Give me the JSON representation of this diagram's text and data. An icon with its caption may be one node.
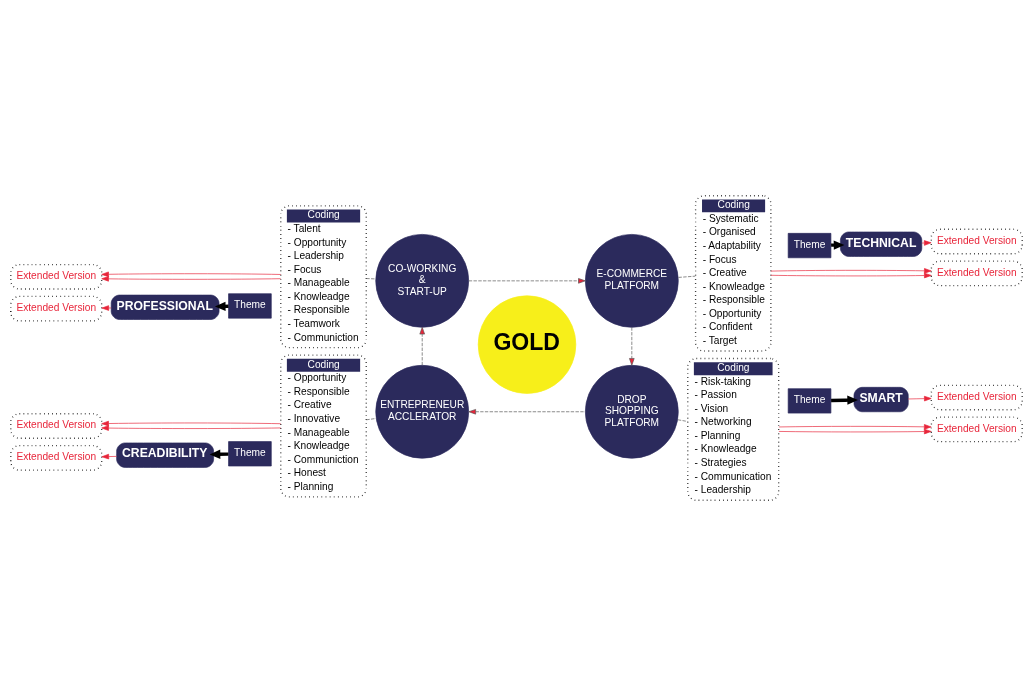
{
  "diagram": {
    "nodes": [
      {
        "text": [
          "GOLD"
        ]
      },
      {
        "text": [
          "Extended Version"
        ]
      },
      {
        "text": [
          "Coding",
          "- Talent",
          "- Opportunity",
          "- Leadership",
          "- Focus",
          "- Manageable",
          "- Knowleadge",
          "- Responsible",
          "- Teamwork",
          "- Communiction"
        ]
      },
      {
        "text": [
          "Theme"
        ]
      },
      {
        "text": [
          "PROFESSIONAL"
        ]
      },
      {
        "text": [
          "Extended Version"
        ]
      },
      {
        "text": [
          "CO-WORKING & START-UP"
        ]
      },
      {
        "text": [
          "E-COMMERCE PLATFORM"
        ]
      },
      {
        "text": [
          "Coding",
          "- Systematic",
          "- Organised",
          "- Adaptability",
          "- Focus",
          "- Creative",
          "- Knowleadge",
          "- Responsible",
          "- Opportunity",
          "- Confident",
          "- Target"
        ]
      },
      {
        "text": [
          "Theme"
        ]
      },
      {
        "text": [
          "Extended Version"
        ]
      },
      {
        "text": [
          "TECHNICAL"
        ]
      },
      {
        "text": [
          "Extended Version"
        ]
      },
      {
        "text": [
          "Extended Version"
        ]
      },
      {
        "text": [
          "Coding",
          "- Opportunity",
          "- Responsible",
          "- Creative",
          "- Innovative",
          "- Manageable",
          "- Knowleadge",
          "- Communiction",
          "- Honest",
          "- Planning"
        ]
      },
      {
        "text": [
          "Theme"
        ]
      },
      {
        "text": [
          "CREADIBILITY"
        ]
      },
      {
        "text": [
          "Extended Version"
        ]
      },
      {
        "text": [
          "ENTREPRENEUR ACCLERATOR"
        ]
      },
      {
        "text": [
          "DROP SHOPPING PLATFORM"
        ]
      },
      {
        "text": [
          "Coding",
          "- Risk-taking",
          "- Passion",
          "- Vision",
          "- Networking",
          "- Planning",
          "- Knowleadge",
          "- Strategies",
          "- Communication",
          "- Leadership"
        ]
      },
      {
        "text": [
          "Theme"
        ]
      },
      {
        "text": [
          "Extended Version"
        ]
      },
      {
        "text": [
          "SMART"
        ]
      },
      {
        "text": [
          "Extended Version"
        ]
      }
    ],
    "edges": [
      {
        "from": 2,
        "to": 1,
        "arrow": "to",
        "color": "#e8253a"
      },
      {
        "from": 2,
        "to": 1,
        "arrow": "to",
        "color": "#e8253a"
      },
      {
        "from": 3,
        "to": 4,
        "arrow": "to",
        "style": "thick",
        "color": "#000000"
      },
      {
        "from": 4,
        "to": 5,
        "arrow": "to",
        "color": "#e8253a"
      },
      {
        "from": 6,
        "to": 2,
        "arrow": "none",
        "style": "dashed",
        "color": "#555555"
      },
      {
        "from": 6,
        "to": 7,
        "arrow": "to",
        "style": "dashed",
        "color": "#555555"
      },
      {
        "from": 7,
        "to": 8,
        "arrow": "none",
        "style": "dashed",
        "color": "#555555"
      },
      {
        "from": 8,
        "to": 10,
        "arrow": "to",
        "color": "#e8253a"
      },
      {
        "from": 8,
        "to": 10,
        "arrow": "to",
        "color": "#e8253a"
      },
      {
        "from": 9,
        "to": 11,
        "arrow": "to",
        "style": "thick",
        "color": "#000000"
      },
      {
        "from": 11,
        "to": 12,
        "arrow": "to",
        "color": "#e8253a"
      },
      {
        "from": 7,
        "to": 19,
        "arrow": "to",
        "style": "dashed",
        "color": "#555555"
      },
      {
        "from": 14,
        "to": 13,
        "arrow": "to",
        "color": "#e8253a"
      },
      {
        "from": 14,
        "to": 13,
        "arrow": "to",
        "color": "#e8253a"
      },
      {
        "from": 15,
        "to": 16,
        "arrow": "to",
        "style": "thick",
        "color": "#000000"
      },
      {
        "from": 16,
        "to": 17,
        "arrow": "to",
        "color": "#e8253a"
      },
      {
        "from": 18,
        "to": 14,
        "arrow": "none",
        "style": "dashed",
        "color": "#555555"
      },
      {
        "from": 18,
        "to": 6,
        "arrow": "to",
        "style": "dashed",
        "color": "#555555"
      },
      {
        "from": 19,
        "to": 20,
        "arrow": "none",
        "style": "dashed",
        "color": "#555555"
      },
      {
        "from": 20,
        "to": 22,
        "arrow": "to",
        "color": "#e8253a"
      },
      {
        "from": 20,
        "to": 22,
        "arrow": "to",
        "color": "#e8253a"
      },
      {
        "from": 21,
        "to": 23,
        "arrow": "to",
        "style": "thick",
        "color": "#000000"
      },
      {
        "from": 23,
        "to": 24,
        "arrow": "to",
        "color": "#e8253a"
      },
      {
        "from": 19,
        "to": 18,
        "arrow": "to",
        "style": "dashed",
        "color": "#555555"
      }
    ]
  }
}
